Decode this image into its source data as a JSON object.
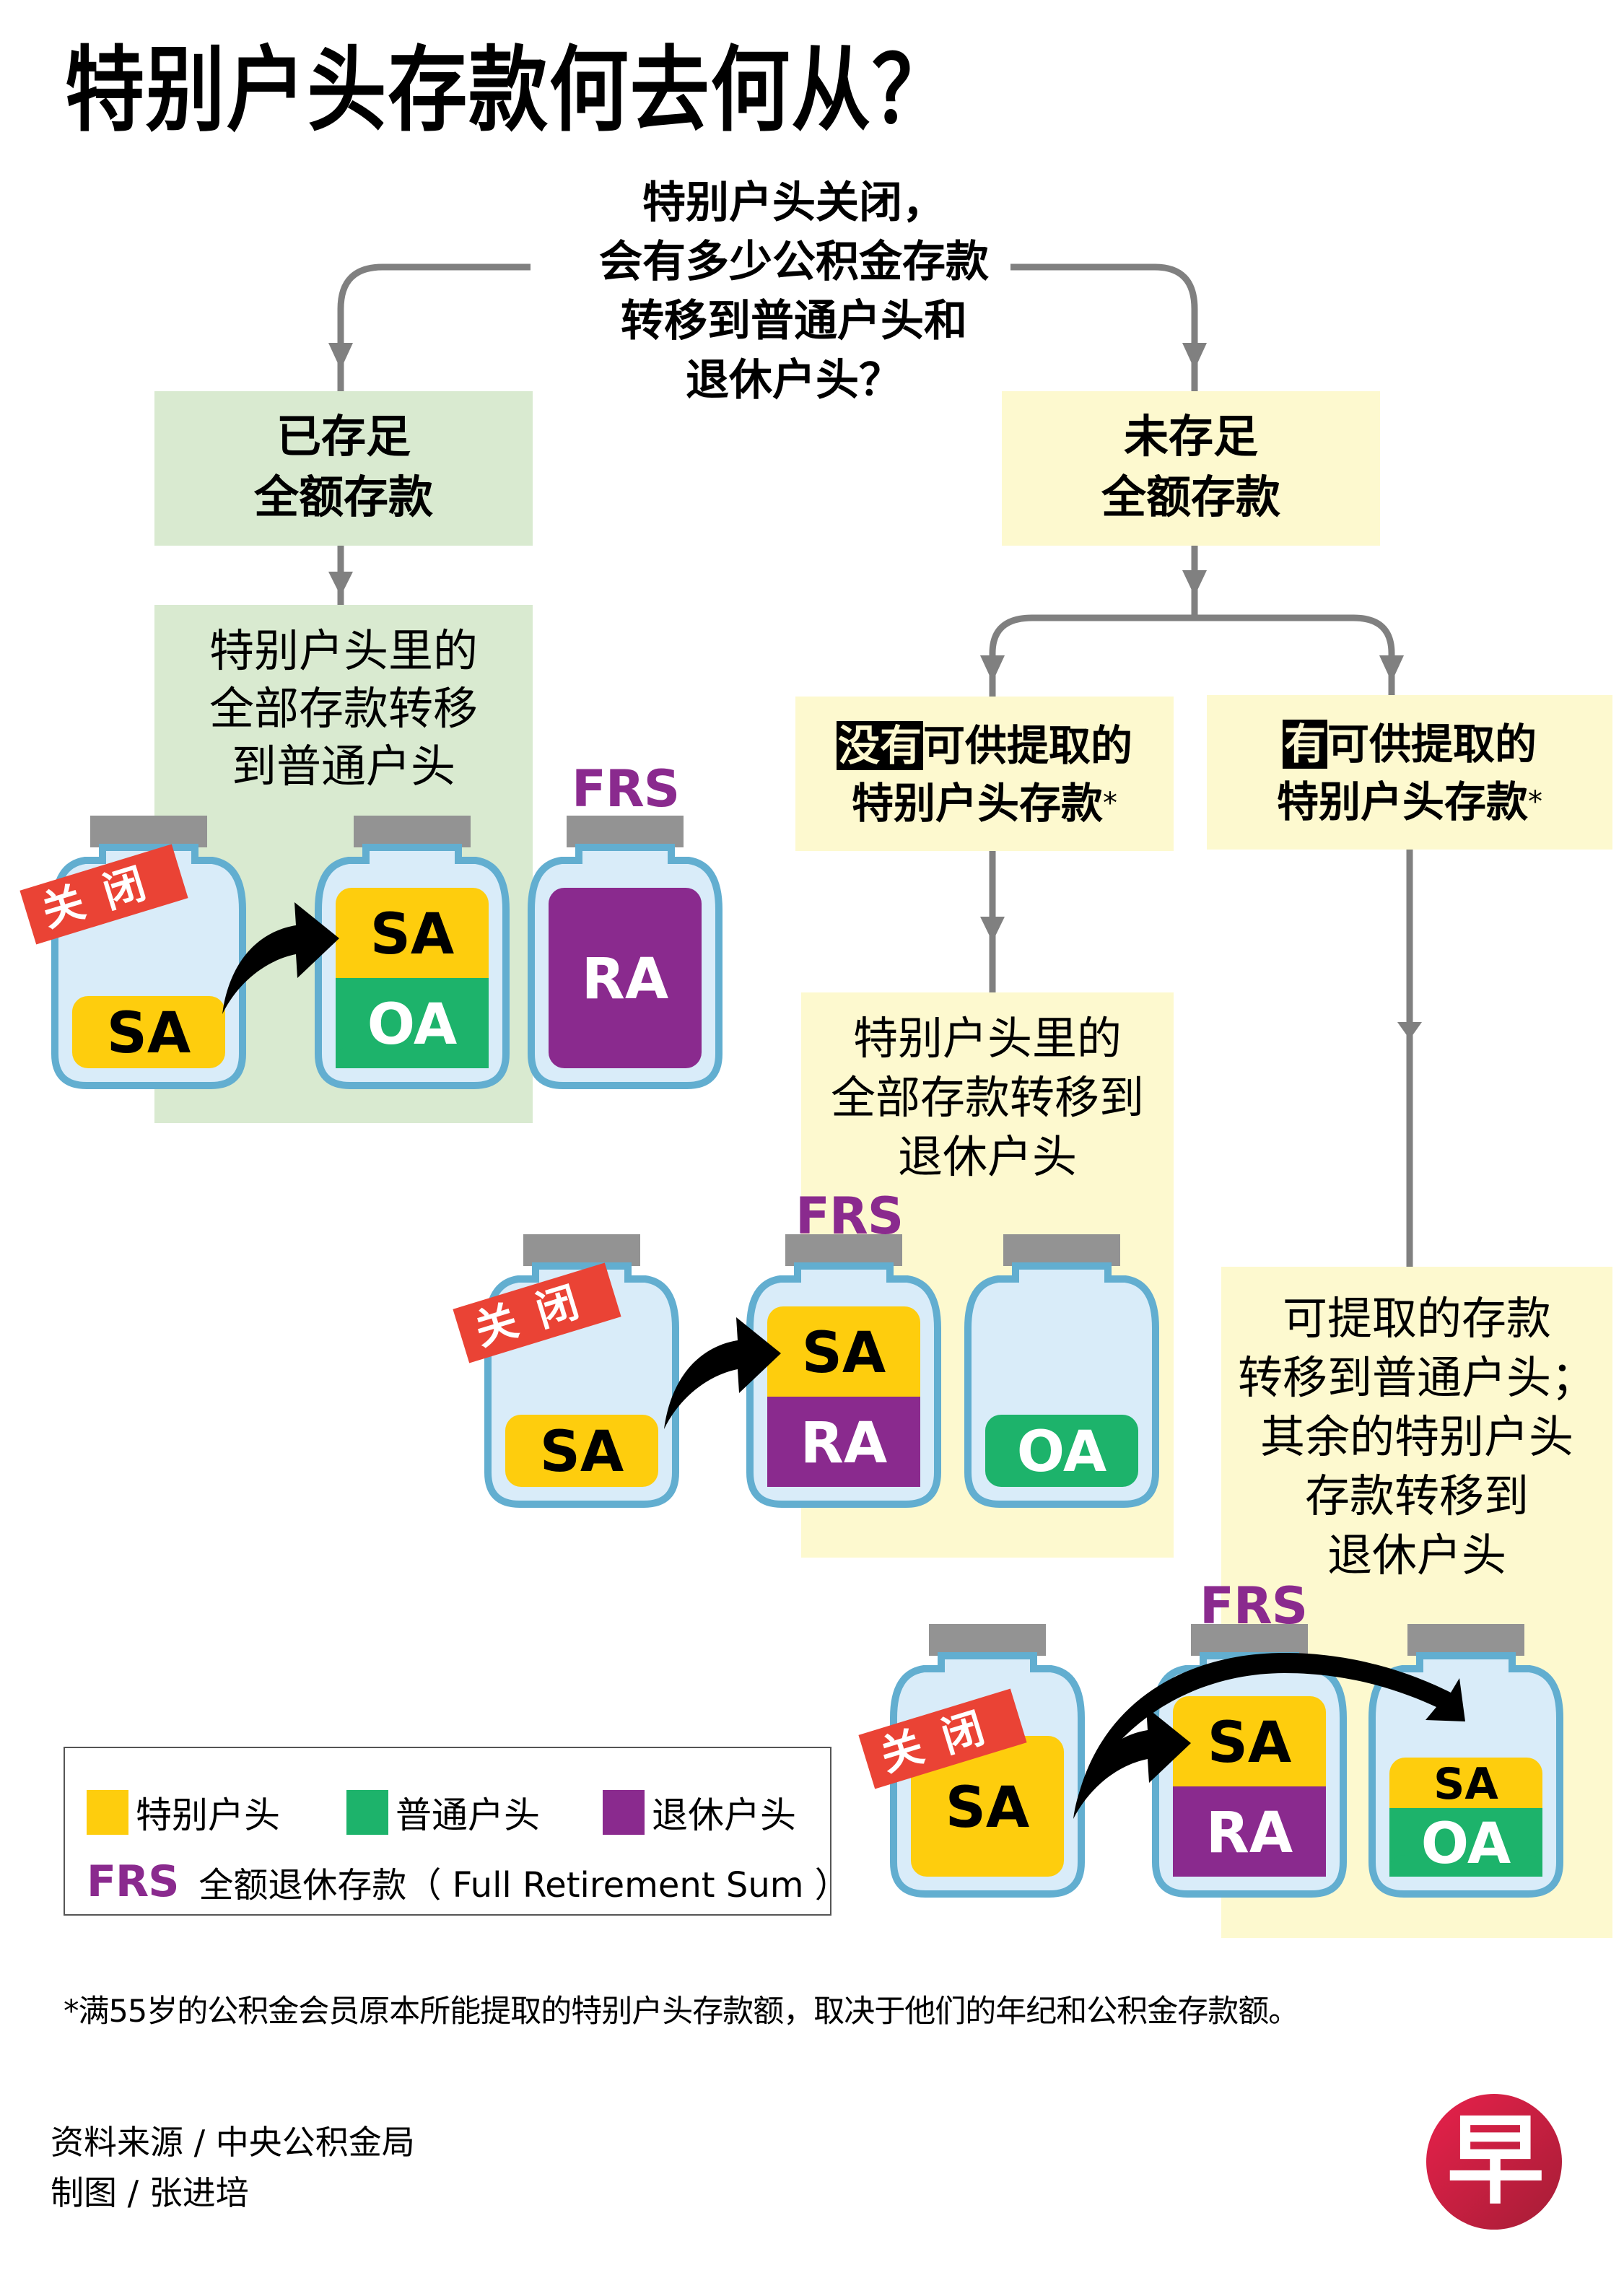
{
  "title": "特别户头存款何去何从？",
  "question": {
    "lines": [
      "特别户头关闭，",
      "会有多少公积金存款",
      "转移到普通户头和",
      "退休户头？"
    ]
  },
  "branches": {
    "met": {
      "title_lines": [
        "已存足",
        "全额存款"
      ],
      "result_lines": [
        "特别户头里的",
        "全部存款转移",
        "到普通户头"
      ],
      "jars": [
        {
          "closed_stamp": "关闭",
          "segments": [
            {
              "label": "SA",
              "account": "sa"
            }
          ]
        },
        {
          "segments": [
            {
              "label": "SA",
              "account": "sa"
            },
            {
              "label": "OA",
              "account": "oa"
            }
          ]
        },
        {
          "top_label": "FRS",
          "segments": [
            {
              "label": "RA",
              "account": "ra"
            }
          ]
        }
      ]
    },
    "not_met": {
      "title_lines": [
        "未存足",
        "全额存款"
      ],
      "no_withdrawable": {
        "highlight": "没有",
        "title_rest": "可供提取的",
        "title_line2": "特别户头存款",
        "asterisk": "*",
        "result_lines": [
          "特别户头里的",
          "全部存款转移到",
          "退休户头"
        ],
        "jars": [
          {
            "closed_stamp": "关闭",
            "segments": [
              {
                "label": "SA",
                "account": "sa"
              }
            ]
          },
          {
            "top_label": "FRS",
            "segments": [
              {
                "label": "SA",
                "account": "sa"
              },
              {
                "label": "RA",
                "account": "ra"
              }
            ]
          },
          {
            "segments": [
              {
                "label": "OA",
                "account": "oa"
              }
            ]
          }
        ]
      },
      "has_withdrawable": {
        "highlight": "有",
        "title_rest": "可供提取的",
        "title_line2": "特别户头存款",
        "asterisk": "*",
        "result_lines": [
          "可提取的存款",
          "转移到普通户头；",
          "其余的特别户头",
          "存款转移到",
          "退休户头"
        ],
        "jars": [
          {
            "closed_stamp": "关闭",
            "segments": [
              {
                "label": "SA",
                "account": "sa"
              }
            ]
          },
          {
            "top_label": "FRS",
            "segments": [
              {
                "label": "SA",
                "account": "sa"
              },
              {
                "label": "RA",
                "account": "ra"
              }
            ]
          },
          {
            "segments": [
              {
                "label": "SA",
                "account": "sa"
              },
              {
                "label": "OA",
                "account": "oa"
              }
            ]
          }
        ]
      }
    }
  },
  "legend": {
    "items": [
      {
        "label": "特别户头",
        "account": "sa"
      },
      {
        "label": "普通户头",
        "account": "oa"
      },
      {
        "label": "退休户头",
        "account": "ra"
      }
    ],
    "frs_abbr": "FRS",
    "frs_desc": "全额退休存款（ Full Retirement Sum ）"
  },
  "footnote": "*满55岁的公积金会员原本所能提取的特别户头存款额，取决于他们的年纪和公积金存款额。",
  "credits": {
    "source": "资料来源 / 中央公积金局",
    "graphic": "制图 / 张进培"
  },
  "logo": {
    "glyph": "早"
  },
  "colors": {
    "sa": "#fecd0d",
    "oa": "#1db36b",
    "ra": "#8a2a8e",
    "frs_text": "#8a2a8e",
    "stamp": "#ea4335",
    "green_panel": "#d9ead0",
    "yellow_panel": "#fdf9cf",
    "connector": "#808080",
    "jar_outline": "#62aed0",
    "jar_fill": "#d9ecf9",
    "jar_lid": "#939393",
    "logo": "#d0213f"
  }
}
